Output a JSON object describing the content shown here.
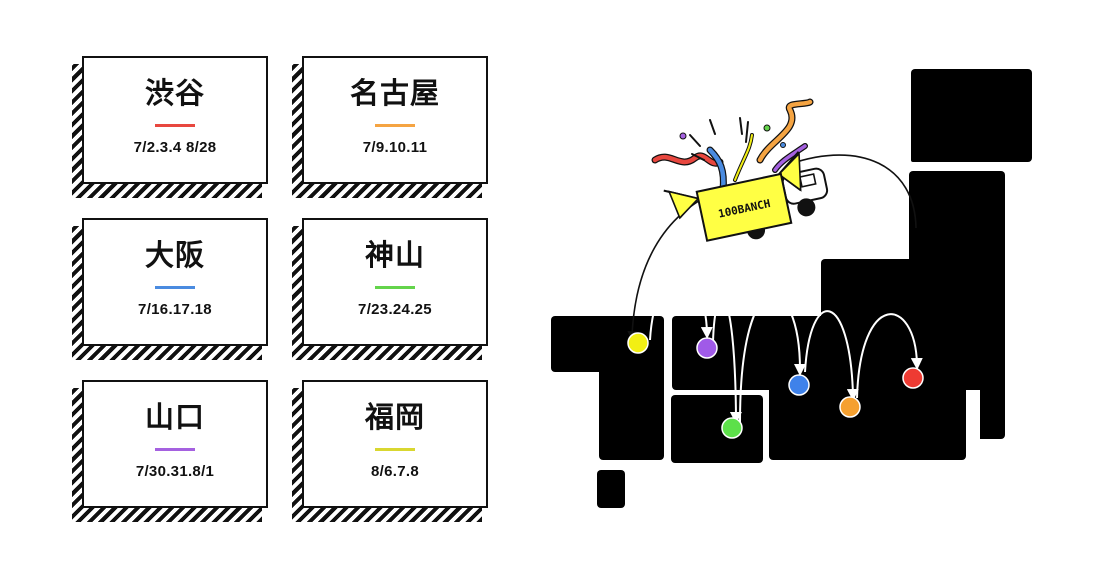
{
  "cards": [
    {
      "city": "渋谷",
      "date": "7/2.3.4 8/28",
      "color": "#e8473f"
    },
    {
      "city": "名古屋",
      "date": "7/9.10.11",
      "color": "#f5a442"
    },
    {
      "city": "大阪",
      "date": "7/16.17.18",
      "color": "#4a8be0"
    },
    {
      "city": "神山",
      "date": "7/23.24.25",
      "color": "#64d44b"
    },
    {
      "city": "山口",
      "date": "7/30.31.8/1",
      "color": "#a561e0"
    },
    {
      "city": "福岡",
      "date": "8/6.7.8",
      "color": "#d9d730"
    }
  ],
  "map": {
    "box_label": "100BANCH",
    "box_color": "#ffff44",
    "stop_colors": [
      "#f2ef14",
      "#a05ae8",
      "#5de04a",
      "#3f82ea",
      "#f5a030",
      "#ee3b33"
    ]
  }
}
